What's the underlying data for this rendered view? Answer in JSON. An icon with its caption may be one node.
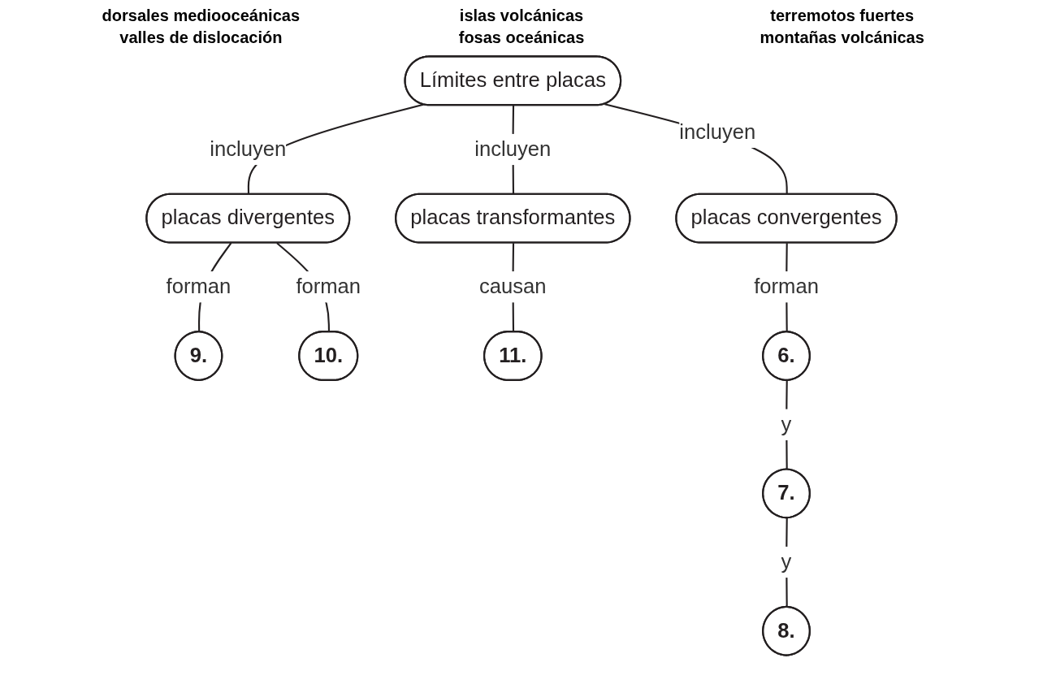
{
  "diagram": {
    "nodes": [
      {
        "text": [
          "Límites entre placas"
        ]
      },
      {
        "text": [
          "placas convergentes"
        ]
      },
      {
        "text": [
          "placas divergentes"
        ]
      },
      {
        "text": [
          "placas transformantes"
        ]
      },
      {
        "text": [
          "9."
        ]
      },
      {
        "text": [
          "10."
        ]
      },
      {
        "text": [
          "11."
        ]
      },
      {
        "text": [
          "6."
        ]
      },
      {
        "text": [
          "7."
        ]
      },
      {
        "text": [
          "8."
        ]
      }
    ],
    "edges": [
      {
        "from": 0,
        "to": 1,
        "arrow": "none",
        "label": "incluyen"
      },
      {
        "from": 0,
        "to": 2,
        "arrow": "none",
        "label": "incluyen"
      },
      {
        "from": 0,
        "to": 3,
        "arrow": "none",
        "label": "incluyen"
      },
      {
        "from": 2,
        "to": 4,
        "arrow": "none",
        "label": "forman"
      },
      {
        "from": 2,
        "to": 5,
        "arrow": "none",
        "label": "forman"
      },
      {
        "from": 3,
        "to": 6,
        "arrow": "none",
        "label": "causan"
      },
      {
        "from": 1,
        "to": 7,
        "arrow": "none",
        "label": "forman"
      },
      {
        "from": 7,
        "to": 8,
        "arrow": "none",
        "label": "y"
      },
      {
        "from": 8,
        "to": 9,
        "arrow": "none",
        "label": "y"
      }
    ],
    "labels": [
      "dorsales mediooceánicas",
      "islas volcánicas",
      "terremotos fuertes",
      "valles de dislocación",
      "fosas oceánicas",
      "montañas volcánicas"
    ]
  }
}
